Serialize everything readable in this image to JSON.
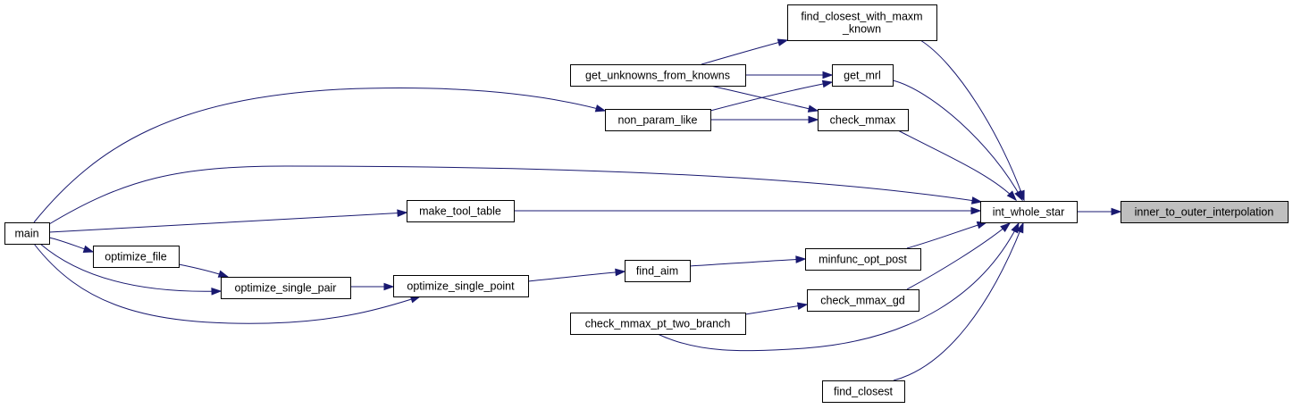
{
  "graph": {
    "edge_color": "#191970",
    "current_fill": "#bfbfbf",
    "nodes": [
      {
        "id": "inner",
        "lines": [
          "inner_to_outer_interpolation"
        ],
        "current": true
      },
      {
        "id": "int_whole_star",
        "lines": [
          "int_whole_star"
        ]
      },
      {
        "id": "find_closest_with_maxm_known",
        "lines": [
          "find_closest_with_maxm",
          "_known"
        ]
      },
      {
        "id": "get_mrl",
        "lines": [
          "get_mrl"
        ]
      },
      {
        "id": "check_mmax",
        "lines": [
          "check_mmax"
        ]
      },
      {
        "id": "make_tool_table",
        "lines": [
          "make_tool_table"
        ]
      },
      {
        "id": "minfunc_opt_post",
        "lines": [
          "minfunc_opt_post"
        ]
      },
      {
        "id": "check_mmax_gd",
        "lines": [
          "check_mmax_gd"
        ]
      },
      {
        "id": "find_closest",
        "lines": [
          "find_closest"
        ]
      },
      {
        "id": "get_unknowns_from_knowns",
        "lines": [
          "get_unknowns_from_knowns"
        ]
      },
      {
        "id": "non_param_like",
        "lines": [
          "non_param_like"
        ]
      },
      {
        "id": "main",
        "lines": [
          "main"
        ]
      },
      {
        "id": "find_aim",
        "lines": [
          "find_aim"
        ]
      },
      {
        "id": "optimize_single_point",
        "lines": [
          "optimize_single_point"
        ]
      },
      {
        "id": "optimize_single_pair",
        "lines": [
          "optimize_single_pair"
        ]
      },
      {
        "id": "optimize_file",
        "lines": [
          "optimize_file"
        ]
      },
      {
        "id": "check_mmax_pt_two_branch",
        "lines": [
          "check_mmax_pt_two_branch"
        ]
      }
    ],
    "edges": [
      {
        "from": "int_whole_star",
        "to": "inner"
      },
      {
        "from": "find_closest_with_maxm_known",
        "to": "int_whole_star"
      },
      {
        "from": "get_mrl",
        "to": "int_whole_star"
      },
      {
        "from": "check_mmax",
        "to": "int_whole_star"
      },
      {
        "from": "main",
        "to": "int_whole_star"
      },
      {
        "from": "make_tool_table",
        "to": "int_whole_star"
      },
      {
        "from": "minfunc_opt_post",
        "to": "int_whole_star"
      },
      {
        "from": "check_mmax_gd",
        "to": "int_whole_star"
      },
      {
        "from": "check_mmax_pt_two_branch",
        "to": "int_whole_star"
      },
      {
        "from": "find_closest",
        "to": "int_whole_star"
      },
      {
        "from": "get_unknowns_from_knowns",
        "to": "find_closest_with_maxm_known"
      },
      {
        "from": "get_unknowns_from_knowns",
        "to": "get_mrl"
      },
      {
        "from": "non_param_like",
        "to": "get_mrl"
      },
      {
        "from": "get_unknowns_from_knowns",
        "to": "check_mmax"
      },
      {
        "from": "non_param_like",
        "to": "check_mmax"
      },
      {
        "from": "main",
        "to": "non_param_like"
      },
      {
        "from": "main",
        "to": "make_tool_table"
      },
      {
        "from": "find_aim",
        "to": "minfunc_opt_post"
      },
      {
        "from": "optimize_single_point",
        "to": "find_aim"
      },
      {
        "from": "optimize_single_pair",
        "to": "optimize_single_point"
      },
      {
        "from": "main",
        "to": "optimize_single_point"
      },
      {
        "from": "optimize_file",
        "to": "optimize_single_pair"
      },
      {
        "from": "main",
        "to": "optimize_single_pair"
      },
      {
        "from": "main",
        "to": "optimize_file"
      },
      {
        "from": "check_mmax_pt_two_branch",
        "to": "check_mmax_gd"
      }
    ]
  }
}
